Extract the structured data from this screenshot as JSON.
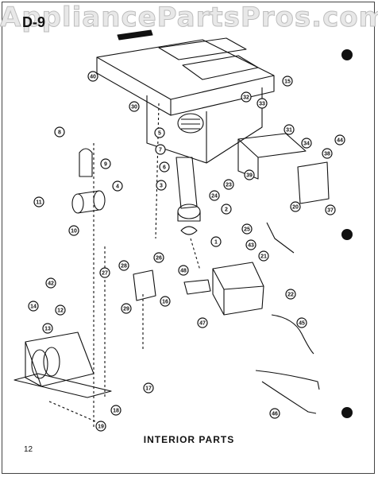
{
  "watermark": "AppliancePartsPros.com",
  "page_id": "D-9",
  "caption": "INTERIOR PARTS",
  "page_number": "12",
  "callouts": [
    "1",
    "2",
    "3",
    "4",
    "5",
    "6",
    "7",
    "8",
    "9",
    "10",
    "11",
    "12",
    "13",
    "14",
    "15",
    "16",
    "17",
    "18",
    "19",
    "20",
    "21",
    "22",
    "23",
    "24",
    "25",
    "26",
    "27",
    "28",
    "29",
    "30",
    "31",
    "32",
    "33",
    "34",
    "37",
    "38",
    "39",
    "40",
    "42",
    "43",
    "44",
    "45",
    "46",
    "47",
    "48"
  ]
}
